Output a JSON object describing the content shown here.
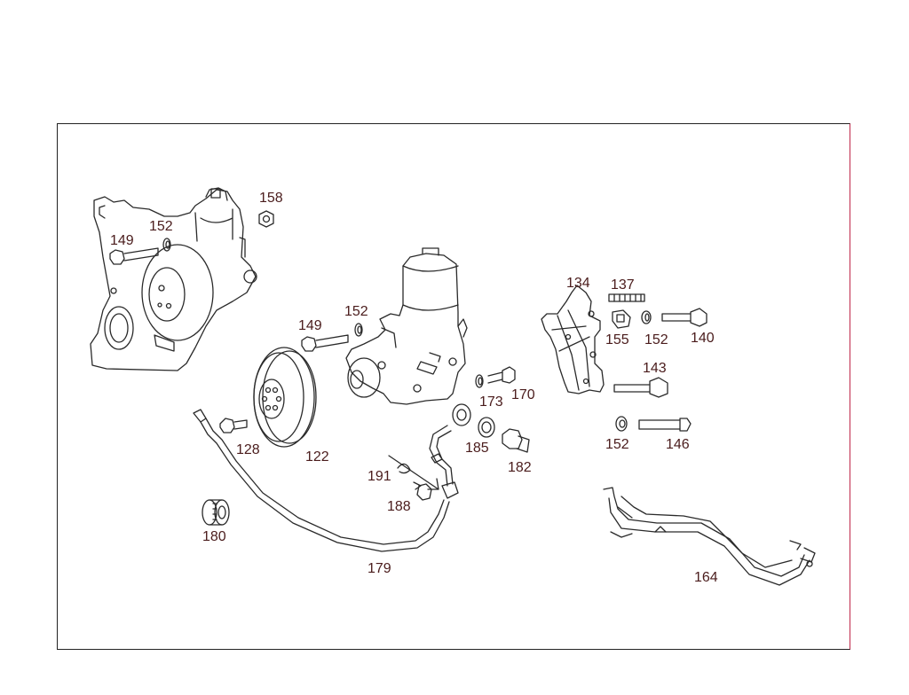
{
  "frame_color": "#c0284a",
  "label_color": "#4a1c1c",
  "parts": {
    "p158": "158",
    "p152a": "152",
    "p149a": "149",
    "p149b": "149",
    "p152b": "152",
    "p134": "134",
    "p137": "137",
    "p155": "155",
    "p152c": "152",
    "p140": "140",
    "p143": "143",
    "p152d": "152",
    "p146": "146",
    "p173": "173",
    "p170": "170",
    "p128": "128",
    "p122": "122",
    "p185": "185",
    "p182": "182",
    "p191": "191",
    "p188": "188",
    "p180": "180",
    "p179": "179",
    "p164": "164"
  }
}
